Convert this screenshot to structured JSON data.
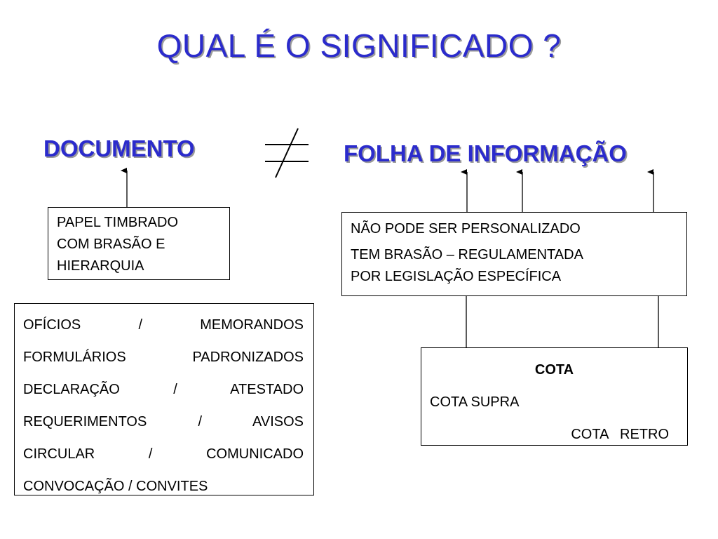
{
  "title": "QUAL É O SIGNIFICADO ?",
  "left": {
    "heading": "DOCUMENTO",
    "box1": [
      "PAPEL TIMBRADO",
      "COM BRASÃO E",
      "HIERARQUIA"
    ],
    "list": [
      "OFÍCIOS / MEMORANDOS",
      "FORMULÁRIOS PADRONIZADOS",
      "DECLARAÇÃO / ATESTADO",
      "REQUERIMENTOS / AVISOS",
      "CIRCULAR / COMUNICADO",
      "CONVOCAÇÃO / CONVITES"
    ]
  },
  "symbol": "not-equal-sign",
  "right": {
    "heading": "FOLHA DE INFORMAÇÃO",
    "box1": [
      "NÃO PODE SER PERSONALIZADO",
      "TEM BRASÃO – REGULAMENTADA",
      "POR LEGISLAÇÃO ESPECÍFICA"
    ],
    "cota": {
      "title": "COTA",
      "line1": "COTA SUPRA",
      "line2": "COTA   RETRO"
    }
  }
}
